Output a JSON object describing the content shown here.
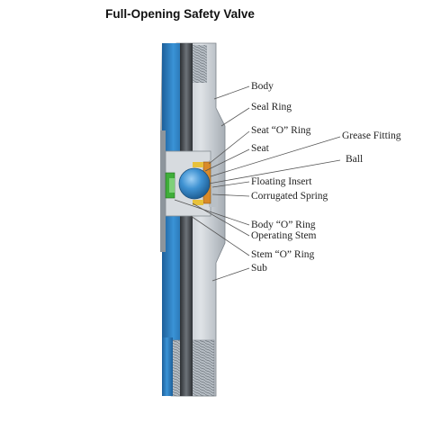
{
  "title": "Full-Opening Safety Valve",
  "labels": {
    "body": "Body",
    "seal_ring": "Seal Ring",
    "seat_o_ring": "Seat “O” Ring",
    "seat": "Seat",
    "grease_fitting": "Grease Fitting",
    "ball": "Ball",
    "floating_insert": "Floating Insert",
    "corrugated_spring": "Corrugated Spring",
    "body_o_ring": "Body “O” Ring",
    "operating_stem": "Operating Stem",
    "stem_o_ring": "Stem “O” Ring",
    "sub": "Sub"
  },
  "colors": {
    "bore_blue": "#2a7fc4",
    "steel_gray": "#c7cdd3",
    "dark_steel": "#4a4e54",
    "ball_blue": "#3f92d2",
    "grease_green": "#3fae3a",
    "seal_orange": "#d98a2a",
    "leader_line": "#555555"
  }
}
